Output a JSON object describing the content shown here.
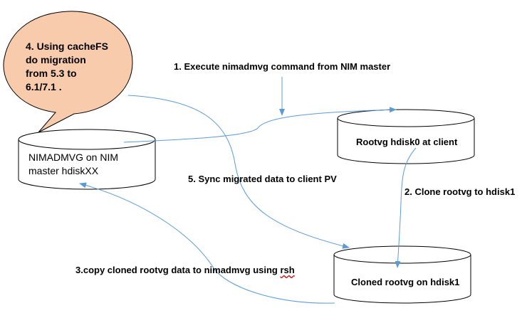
{
  "bubble": {
    "line1": "4. Using cacheFS",
    "line2": "do migration",
    "line3": "from 5.3 to",
    "line4": "6.1/7.1 ."
  },
  "steps": {
    "step1": "1.    Execute nimadmvg command from NIM  master",
    "step2": "2. Clone rootvg to hdisk1",
    "step3_prefix": "3.copy cloned rootvg data to nimadmvg using ",
    "step3_suffix": "rsh",
    "step5": "5. Sync migrated data to client PV"
  },
  "disks": {
    "nim_master_line1": "NIMADMVG on NIM",
    "nim_master_line2": "master hdiskXX",
    "client_rootvg": "Rootvg hdisk0 at client",
    "cloned_rootvg": "Cloned rootvg on hdisk1"
  },
  "colors": {
    "bubble_fill": "#f8cbad",
    "connector": "#5b9bd5",
    "outline": "#000000"
  }
}
